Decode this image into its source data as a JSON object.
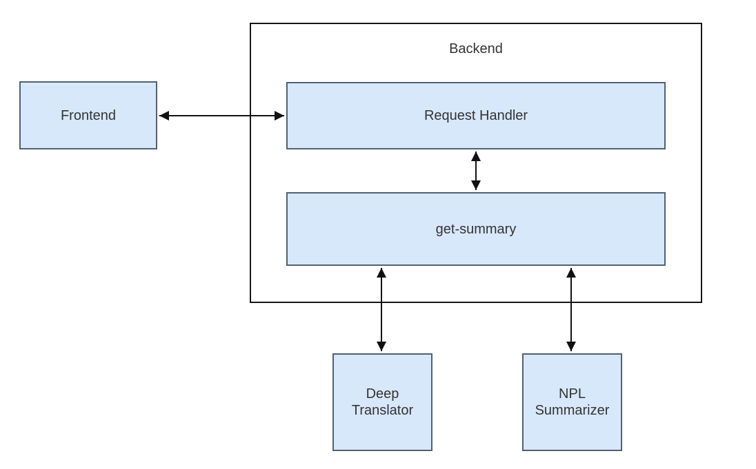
{
  "diagram": {
    "nodes": {
      "frontend": {
        "label": "Frontend"
      },
      "backend": {
        "label": "Backend"
      },
      "request_handler": {
        "label": "Request Handler"
      },
      "get_summary": {
        "label": "get-summary"
      },
      "deep_translator": {
        "lines": [
          "Deep",
          "Translator"
        ]
      },
      "npl_summarizer": {
        "lines": [
          "NPL",
          "Summarizer"
        ]
      }
    },
    "edges": [
      {
        "from": "Frontend",
        "to": "Request Handler",
        "direction": "bidirectional"
      },
      {
        "from": "Request Handler",
        "to": "get-summary",
        "direction": "bidirectional"
      },
      {
        "from": "get-summary",
        "to": "Deep Translator",
        "direction": "bidirectional"
      },
      {
        "from": "get-summary",
        "to": "NPL Summarizer",
        "direction": "bidirectional"
      }
    ],
    "colors": {
      "node_fill": "#d8e8fb",
      "node_stroke": "#51606f",
      "container_stroke": "#161616",
      "arrow": "#111111",
      "text": "#333333",
      "background": "#ffffff"
    }
  }
}
